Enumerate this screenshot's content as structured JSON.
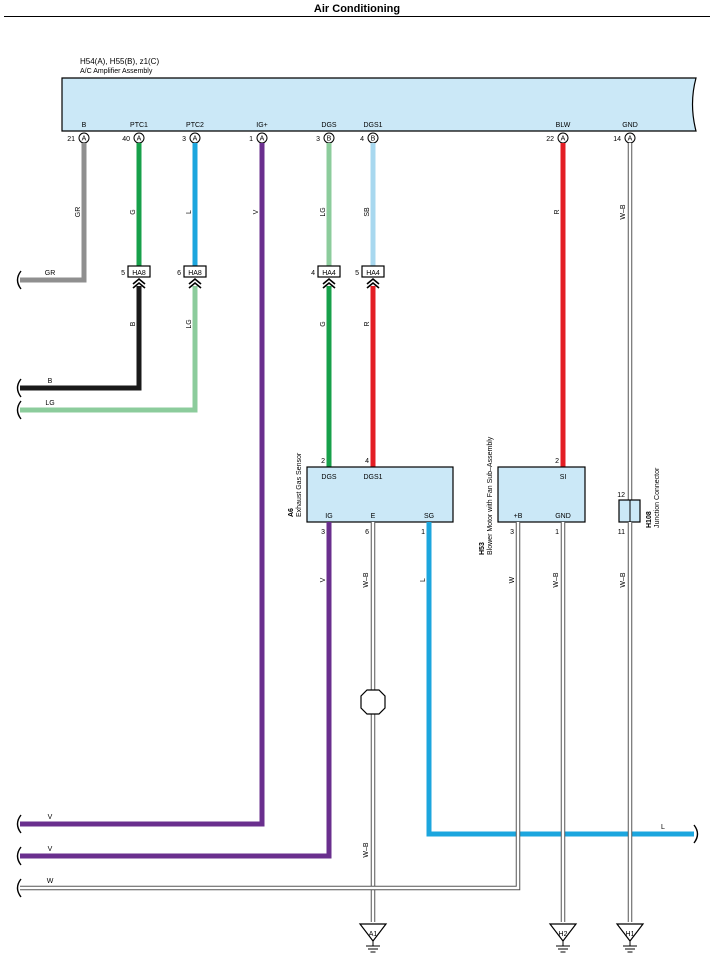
{
  "title": "Air Conditioning",
  "colors": {
    "box_fill": "#cbe8f7",
    "gray": "#8f8f8f",
    "green": "#17a04a",
    "blue": "#1ca6de",
    "purple": "#6a2f8e",
    "light_green": "#8ccc9c",
    "sky_blue": "#a8d8ef",
    "red": "#e31e24",
    "black": "#1a1a1a",
    "white_wire": "#ffffff"
  },
  "amplifier": {
    "id": "H54(A), H55(B), z1(C)",
    "name": "A/C Amplifier Assembly",
    "pins": [
      {
        "label": "B",
        "num": "21",
        "conn": "A"
      },
      {
        "label": "PTC1",
        "num": "40",
        "conn": "A"
      },
      {
        "label": "PTC2",
        "num": "3",
        "conn": "A"
      },
      {
        "label": "IG+",
        "num": "1",
        "conn": "A"
      },
      {
        "label": "DGS",
        "num": "3",
        "conn": "B"
      },
      {
        "label": "DGS1",
        "num": "4",
        "conn": "B"
      },
      {
        "label": "BLW",
        "num": "22",
        "conn": "A"
      },
      {
        "label": "GND",
        "num": "14",
        "conn": "A"
      }
    ]
  },
  "wire_labels": {
    "b_upper": "GR",
    "b_left": "GR",
    "ptc1_upper": "G",
    "ptc1_lower": "B",
    "ptc1_left": "B",
    "ptc2_upper": "L",
    "ptc2_lower": "LG",
    "ptc2_left": "LG",
    "ig": "V",
    "ig_left": "V",
    "dgs_upper": "LG",
    "dgs_lower": "G",
    "dgs1_upper": "SB",
    "dgs1_lower": "R",
    "blw": "R",
    "gnd_upper": "W–B",
    "gnd_lower": "W–B",
    "sensor_ig": "V",
    "sensor_ig_left": "V",
    "sensor_e_upper": "W–B",
    "sensor_e_lower": "W–B",
    "sensor_sg": "L",
    "sensor_sg_right": "L",
    "blower_b": "W",
    "blower_b_left": "W",
    "blower_gnd": "W–B"
  },
  "junctions": [
    {
      "name": "HA8",
      "pin": "5"
    },
    {
      "name": "HA8",
      "pin": "6"
    },
    {
      "name": "HA4",
      "pin": "4"
    },
    {
      "name": "HA4",
      "pin": "5"
    }
  ],
  "sensor": {
    "id": "A6",
    "name": "Exhaust Gas Sensor",
    "top_pins": [
      {
        "label": "DGS",
        "num": "2"
      },
      {
        "label": "DGS1",
        "num": "4"
      }
    ],
    "bottom_pins": [
      {
        "label": "IG",
        "num": "3"
      },
      {
        "label": "E",
        "num": "6"
      },
      {
        "label": "SG",
        "num": "1"
      }
    ]
  },
  "blower": {
    "id": "H53",
    "name": "Blower Motor with Fan Sub–Assembly",
    "top_pins": [
      {
        "label": "SI",
        "num": "2"
      }
    ],
    "bottom_pins": [
      {
        "label": "+B",
        "num": "3"
      },
      {
        "label": "GND",
        "num": "1"
      }
    ]
  },
  "junction_connector": {
    "id": "H108",
    "name": "Junction Connector",
    "pin_top": "12",
    "pin_bottom": "11"
  },
  "grounds": [
    {
      "label": "A1"
    },
    {
      "label": "H2"
    },
    {
      "label": "H1"
    }
  ]
}
